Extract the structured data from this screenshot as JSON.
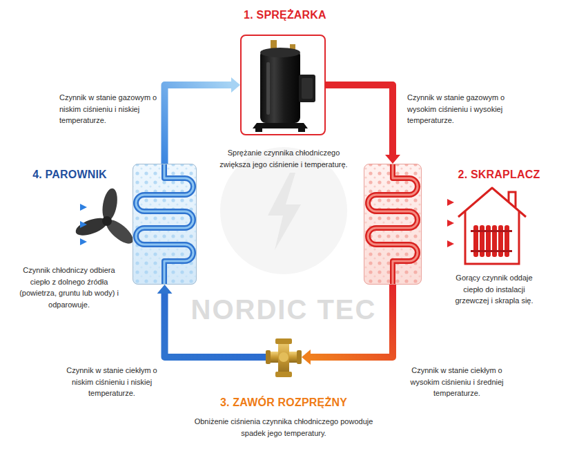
{
  "diagram": {
    "nodes": [
      {
        "text": [
          "1. SPRĘŻARKA"
        ]
      },
      {
        "text": [
          "2. SKRAPLACZ"
        ]
      },
      {
        "text": [
          "3. ZAWÓR ROZPRĘŻNY"
        ]
      },
      {
        "text": [
          "4. PAROWNIK"
        ]
      }
    ],
    "edges": [
      {
        "from": 0,
        "to": 1,
        "arrow": "to"
      },
      {
        "from": 1,
        "to": 2,
        "arrow": "to"
      },
      {
        "from": 2,
        "to": 3,
        "arrow": "to"
      },
      {
        "from": 3,
        "to": 0,
        "arrow": "to"
      }
    ],
    "labels": [
      "Czynnik w stanie gazowym o niskim ciśnieniu i niskiej temperaturze.",
      "Czynnik w stanie gazowym o wysokim ciśnieniu i wysokiej temperaturze.",
      "Sprężanie czynnika chłodniczego zwiększa jego ciśnienie i temperaturę.",
      "Czynnik chłodniczy odbiera ciepło z dolnego źródła (powietrza, gruntu lub wody) i odparowuje.",
      "Gorący czynnik oddaje ciepło do instalacji grzewczej i skrapla się.",
      "Czynnik w stanie ciekłym o niskim ciśnieniu i niskiej temperaturze.",
      "Czynnik w stanie ciekłym o wysokim ciśnieniu i średniej temperaturze.",
      "Obniżenie ciśnienia czynnika chłodniczego powoduje spadek jego temperatury.",
      "NORDIC TEC"
    ]
  }
}
